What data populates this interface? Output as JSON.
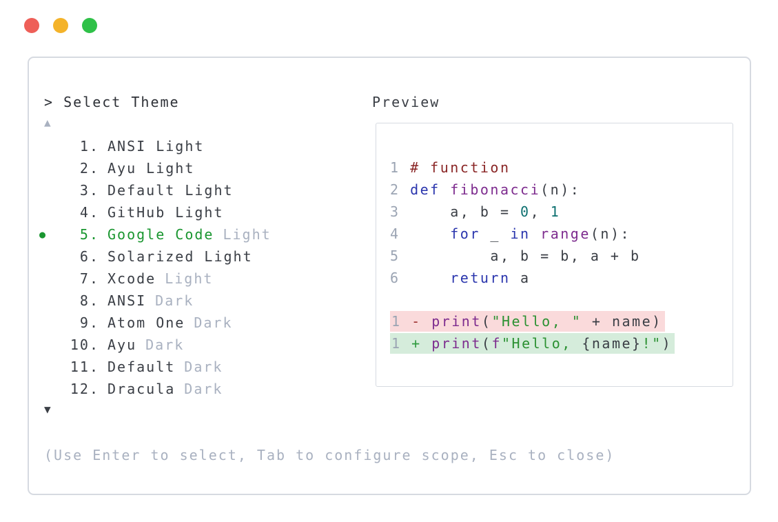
{
  "palette": {
    "traffic_red": "#ee5f58",
    "traffic_yellow": "#f4b32a",
    "traffic_green": "#2fc148",
    "panel_border": "#d6dae1",
    "text_dark": "#3a3e45",
    "text_muted": "#a9b1c0",
    "selected_green": "#1a9630",
    "code_comment": "#8a2626",
    "code_keyword": "#2a35ad",
    "code_function": "#7d2b8e",
    "code_literal": "#0d7070",
    "code_string": "#2b9132",
    "line_number": "#9ba4b3",
    "diff_removed_bg": "#fadadb",
    "diff_added_bg": "#d5ecdb",
    "diff_minus": "#9d2f2f",
    "diff_plus": "#2f9a3f"
  },
  "picker": {
    "header": "> Select Theme",
    "scroll_up_icon": "▲",
    "scroll_down_icon": "▼",
    "selected_bullet_icon": "●",
    "items": [
      {
        "number": "1.",
        "name": "ANSI Light",
        "suffix": "",
        "selected": false
      },
      {
        "number": "2.",
        "name": "Ayu Light",
        "suffix": "",
        "selected": false
      },
      {
        "number": "3.",
        "name": "Default Light",
        "suffix": "",
        "selected": false
      },
      {
        "number": "4.",
        "name": "GitHub Light",
        "suffix": "",
        "selected": false
      },
      {
        "number": "5.",
        "name": "Google Code",
        "suffix": "Light",
        "selected": true
      },
      {
        "number": "6.",
        "name": "Solarized Light",
        "suffix": "",
        "selected": false
      },
      {
        "number": "7.",
        "name": "Xcode",
        "suffix": "Light",
        "selected": false
      },
      {
        "number": "8.",
        "name": "ANSI",
        "suffix": "Dark",
        "selected": false
      },
      {
        "number": "9.",
        "name": "Atom One",
        "suffix": "Dark",
        "selected": false
      },
      {
        "number": "10.",
        "name": "Ayu",
        "suffix": "Dark",
        "selected": false
      },
      {
        "number": "11.",
        "name": "Default",
        "suffix": "Dark",
        "selected": false
      },
      {
        "number": "12.",
        "name": "Dracula",
        "suffix": "Dark",
        "selected": false
      }
    ],
    "hint": "(Use Enter to select, Tab to configure scope, Esc to close)"
  },
  "preview": {
    "label": "Preview",
    "code_lines": [
      {
        "num": "1",
        "tokens": [
          [
            "# function",
            "comment"
          ]
        ]
      },
      {
        "num": "2",
        "tokens": [
          [
            "def",
            "keyword"
          ],
          [
            " ",
            "plain"
          ],
          [
            "fibonacci",
            "function"
          ],
          [
            "(n):",
            "plain"
          ]
        ]
      },
      {
        "num": "3",
        "tokens": [
          [
            "    a, b = ",
            "plain"
          ],
          [
            "0",
            "literal"
          ],
          [
            ", ",
            "plain"
          ],
          [
            "1",
            "literal"
          ]
        ]
      },
      {
        "num": "4",
        "tokens": [
          [
            "    ",
            "plain"
          ],
          [
            "for",
            "keyword"
          ],
          [
            " _ ",
            "plain"
          ],
          [
            "in",
            "keyword"
          ],
          [
            " ",
            "plain"
          ],
          [
            "range",
            "function"
          ],
          [
            "(n):",
            "plain"
          ]
        ]
      },
      {
        "num": "5",
        "tokens": [
          [
            "        a, b = b, a + b",
            "plain"
          ]
        ]
      },
      {
        "num": "6",
        "tokens": [
          [
            "    ",
            "plain"
          ],
          [
            "return",
            "keyword"
          ],
          [
            " a",
            "plain"
          ]
        ]
      }
    ],
    "diff_lines": [
      {
        "num": "1",
        "type": "removed",
        "tokens": [
          [
            " ",
            "plain"
          ],
          [
            "-",
            "diff-minus"
          ],
          [
            " ",
            "plain"
          ],
          [
            "print",
            "function"
          ],
          [
            "(",
            "plain"
          ],
          [
            "\"Hello, \"",
            "string"
          ],
          [
            " + name)",
            "plain"
          ]
        ]
      },
      {
        "num": "1",
        "type": "added",
        "tokens": [
          [
            " ",
            "plain"
          ],
          [
            "+",
            "diff-plus"
          ],
          [
            " ",
            "plain"
          ],
          [
            "print",
            "function"
          ],
          [
            "(",
            "plain"
          ],
          [
            "f",
            "function"
          ],
          [
            "\"Hello, ",
            "string"
          ],
          [
            "{name}",
            "plain"
          ],
          [
            "!\"",
            "string"
          ],
          [
            ")",
            "plain"
          ]
        ]
      }
    ]
  }
}
